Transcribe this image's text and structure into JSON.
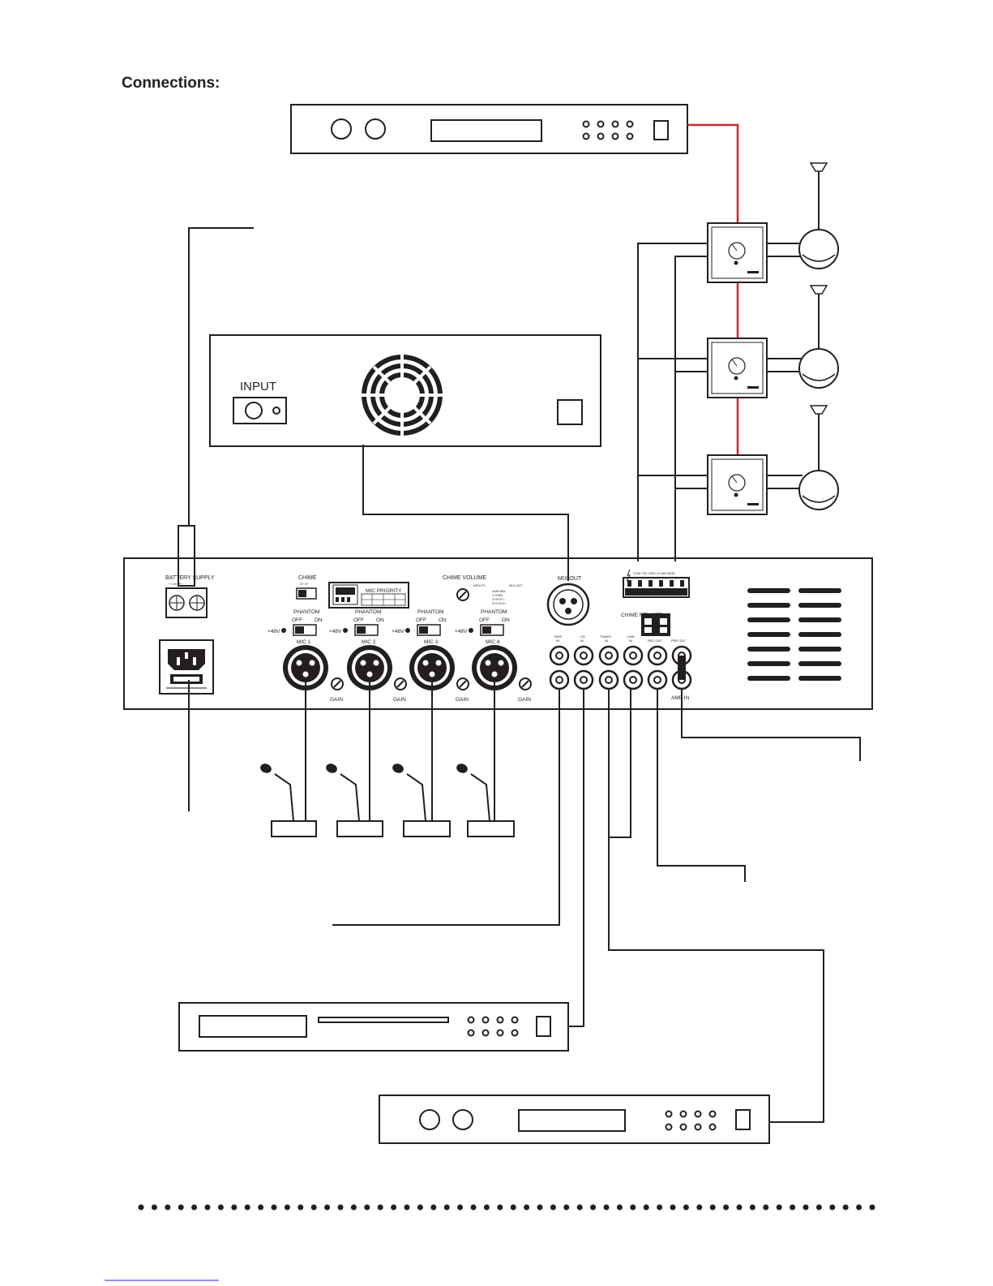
{
  "heading": "Connections:",
  "amplifier": {
    "input_label": "INPUT"
  },
  "mixer": {
    "battery_label": "BATTERY SUPPLY",
    "battery_polarity": "+ 24V ⎓ −",
    "chime_label": "CHIME",
    "chime_options": "2T   4T",
    "mic_priority_label": "MIC PRIORITY",
    "chime_volume_label": "CHIME VOLUME",
    "inputs_label": "INPUTS",
    "mix_out_small_label": "MIX OUT",
    "inputs_options": [
      "SUB BAL",
      "1+GND",
      "2+HOT+",
      "3+COLD−"
    ],
    "mix_out_label": "MIX OUT",
    "speaker_terminal_label": "COM  70V  100V  4+16Ω  BGM",
    "chime_remote_label": "CHIME REMOTE",
    "phantom_label": "PHANTOM",
    "off_label": "OFF",
    "on_label": "ON",
    "plus48_label": "+48V",
    "mic_labels": [
      "MIC 1",
      "MIC 2",
      "MIC 3",
      "MIC 4"
    ],
    "gain_label": "GAIN",
    "rca_top_labels": [
      [
        "TAPE",
        "IN"
      ],
      [
        "CD",
        "IN"
      ],
      [
        "TUNER",
        "IN"
      ],
      [
        "LINE",
        "IN"
      ],
      [
        "REC OUT",
        ""
      ],
      [
        "PRE OUT",
        ""
      ]
    ],
    "amp_in_label": "AMP IN"
  },
  "colors": {
    "line": "#231f20",
    "speaker_cable": "#d2232a",
    "background": "#ffffff"
  }
}
